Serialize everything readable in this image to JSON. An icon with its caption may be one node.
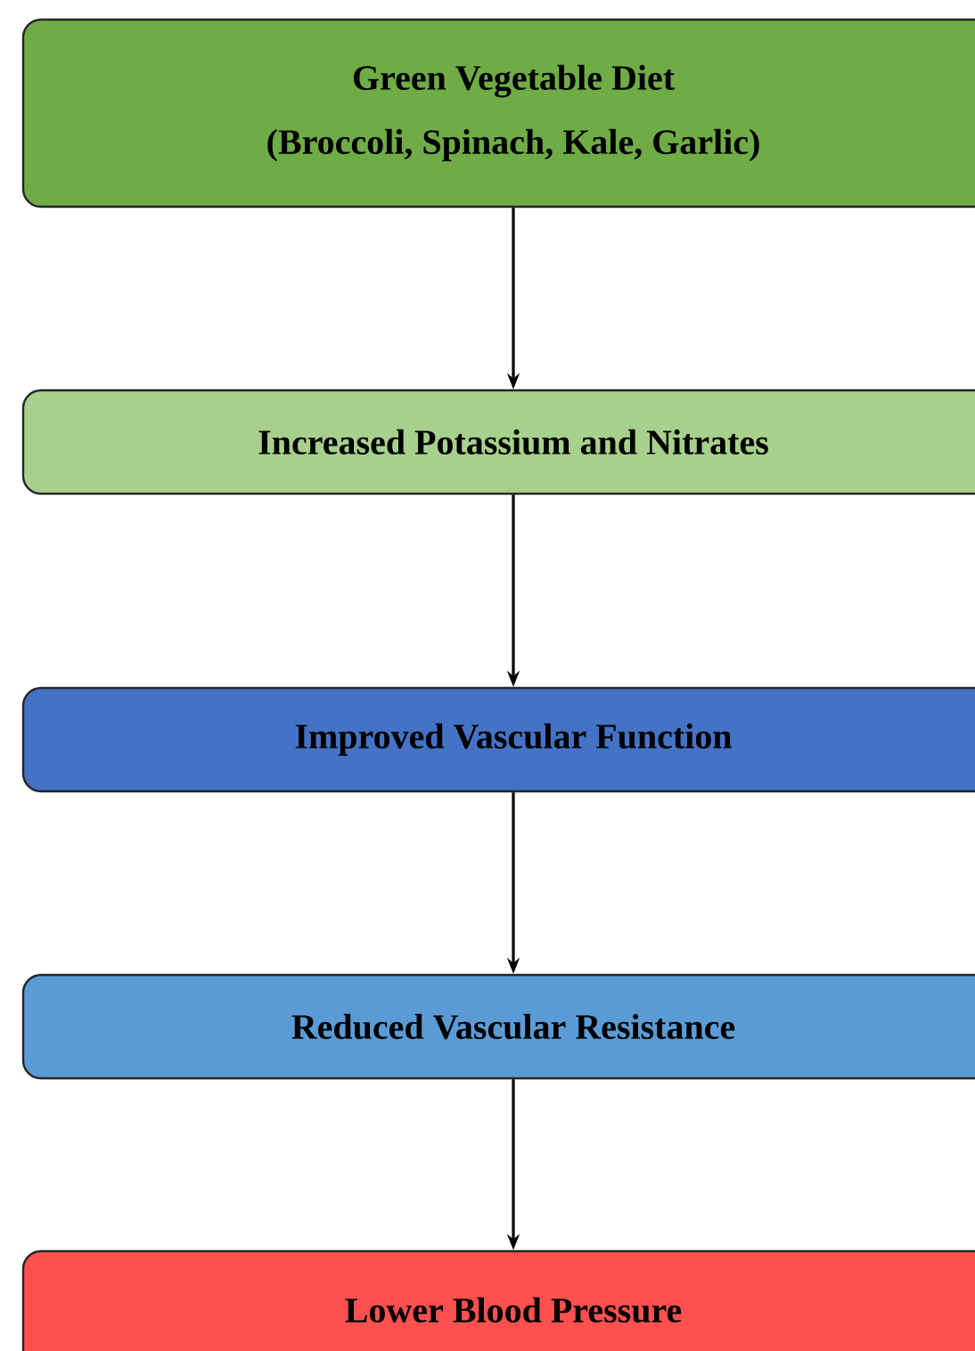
{
  "diagram": {
    "nodes": [
      {
        "text": [
          "Green Vegetable Diet",
          "(Broccoli, Spinach, Kale, Garlic)"
        ]
      },
      {
        "text": [
          "Increased Potassium and Nitrates"
        ]
      },
      {
        "text": [
          "Improved Vascular Function"
        ]
      },
      {
        "text": [
          "Reduced Vascular Resistance"
        ]
      },
      {
        "text": [
          "Lower Blood Pressure"
        ]
      }
    ],
    "edges": [
      {
        "from": 0,
        "to": 1,
        "arrow": "to"
      },
      {
        "from": 1,
        "to": 2,
        "arrow": "to"
      },
      {
        "from": 2,
        "to": 3,
        "arrow": "to"
      },
      {
        "from": 3,
        "to": 4,
        "arrow": "to"
      }
    ]
  }
}
